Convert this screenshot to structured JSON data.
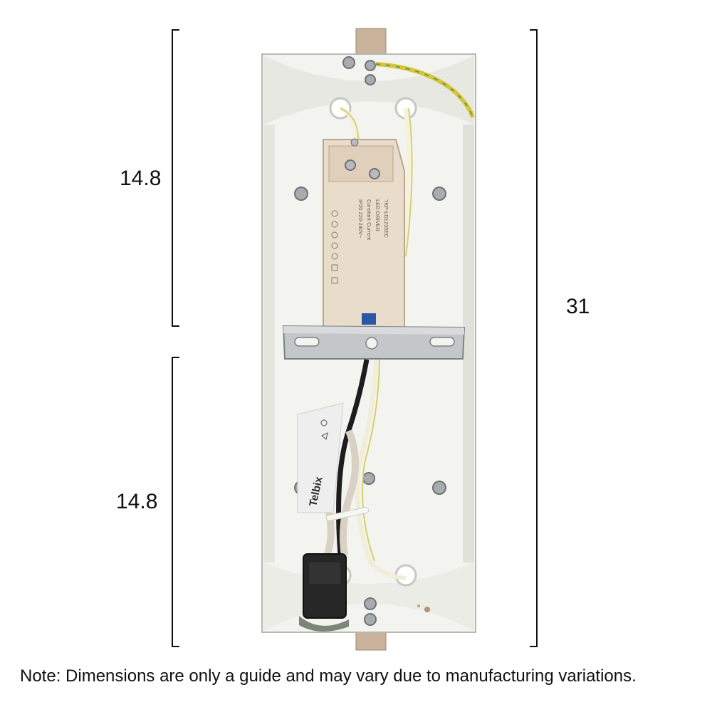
{
  "dimensions": {
    "top_section": "14.8",
    "bottom_section": "14.8",
    "total_length": "31"
  },
  "note": "Note: Dimensions are only a guide and may vary due to manufacturing variations.",
  "driver_label": {
    "model": "TKP-LD1235EC",
    "title": "LED DRIVER",
    "subtitle": "Constant Current",
    "spec": "IP20 220-240V~"
  },
  "brand_label": "Telbix"
}
